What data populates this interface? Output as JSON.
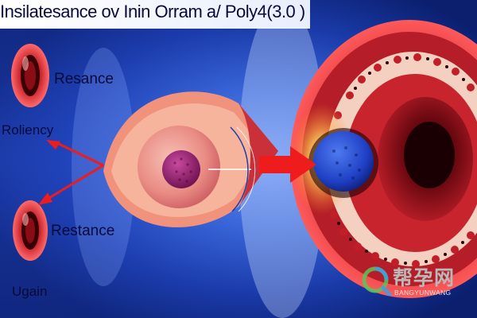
{
  "title": "Insilatesance ov Inin Orram a/ Poly4(3.0 )",
  "labels": {
    "resance": "Resance",
    "roliency": "Roliency",
    "restance": "Restance",
    "ugain": "Ugain"
  },
  "watermark": {
    "chinese": "帮孕网",
    "latin": "BANGYUNWANG"
  },
  "colors": {
    "background_dark": "#0b1f6e",
    "background_glow": "#3f6fe0",
    "tissue_red": "#d42a34",
    "tissue_pink": "#f2a08e",
    "cell_magenta": "#9a1f6a",
    "cell_blue": "#1f3fc4",
    "arrow_red": "#ee1c1c"
  }
}
